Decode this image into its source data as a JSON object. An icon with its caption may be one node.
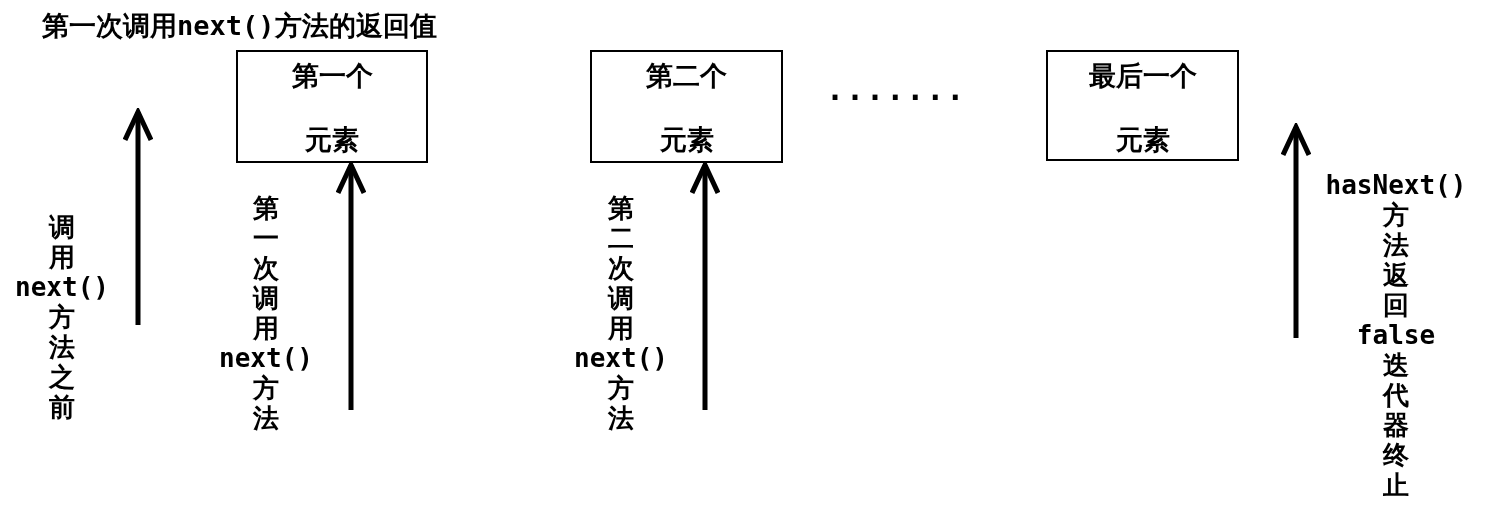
{
  "diagram": {
    "title": "第一次调用next()方法的返回值",
    "nodes": [
      {
        "text": [
          "第一个",
          "元素"
        ]
      },
      {
        "text": [
          "第二个",
          "元素"
        ]
      },
      {
        "text": [
          "最后一个",
          "元素"
        ]
      }
    ],
    "edges": [
      {
        "from": null,
        "to": 0,
        "arrow": "to"
      },
      {
        "from": null,
        "to": 1,
        "arrow": "to"
      }
    ],
    "labels": [
      "·······",
      "调用next()方法之前",
      "第一次调用next()方法",
      "第二次调用next()方法",
      "hasNext()方法返回false迭代器终止"
    ]
  }
}
